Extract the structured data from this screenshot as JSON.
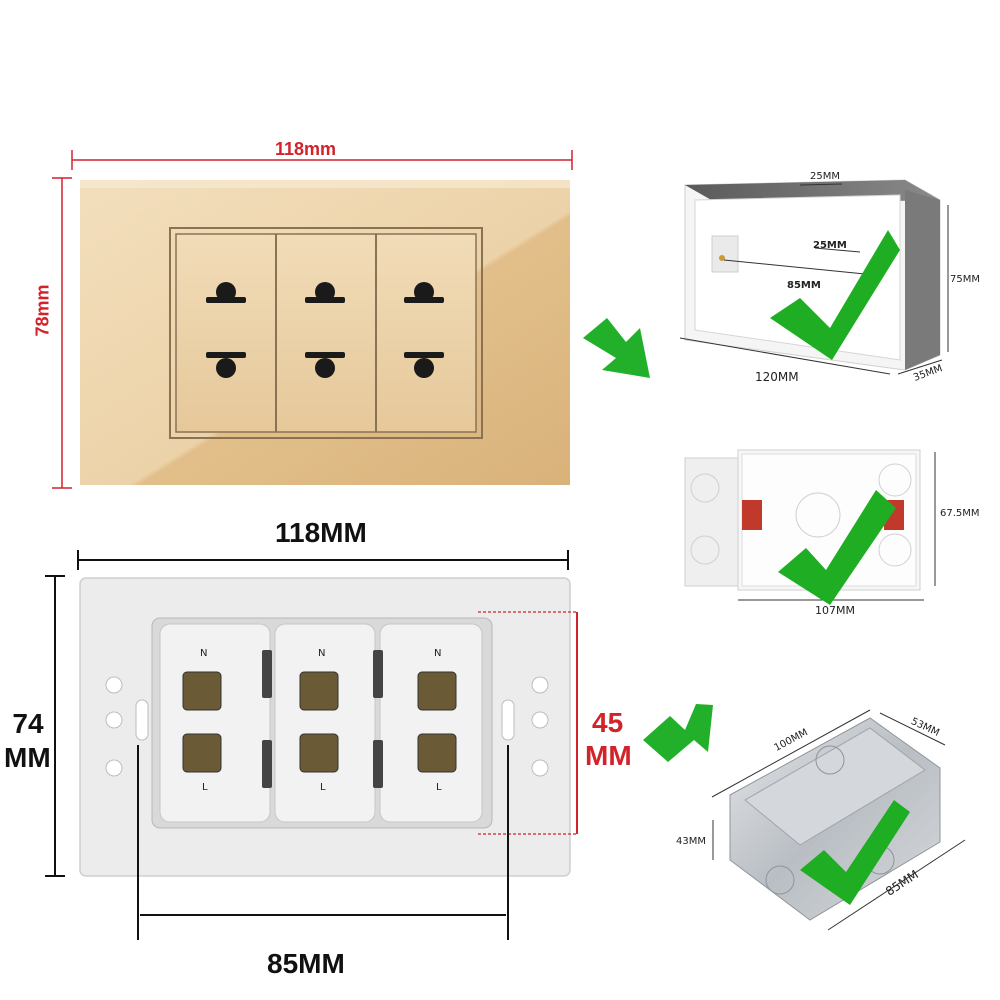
{
  "front_panel": {
    "width_label": "118mm",
    "height_label": "78mm",
    "outlet_count": 3,
    "panel_color": "#e8c99a",
    "dimension_color": "#d2222a"
  },
  "back_panel": {
    "width_label": "118MM",
    "height_label_line1": "74",
    "height_label_line2": "MM",
    "module_height_line1": "45",
    "module_height_line2": "MM",
    "screw_span_label": "85MM",
    "module_letters": [
      "N",
      "N",
      "N"
    ],
    "ground_letters": [
      "L",
      "L",
      "L"
    ]
  },
  "boxes": {
    "box1": {
      "top_slot": "25MM",
      "inner_span": "25MM",
      "screw_span": "85MM",
      "width": "120MM",
      "height": "75MM",
      "depth": "35MM"
    },
    "box2": {
      "height": "67.5MM",
      "width": "107MM"
    },
    "box3": {
      "length": "100MM",
      "width": "53MM",
      "height": "43MM",
      "depth": "85MM"
    }
  },
  "colors": {
    "arrow_green": "#22b02a",
    "check_green": "#1fae23",
    "box_white": "#f4f4f4",
    "metal": "#c9cdd2"
  }
}
